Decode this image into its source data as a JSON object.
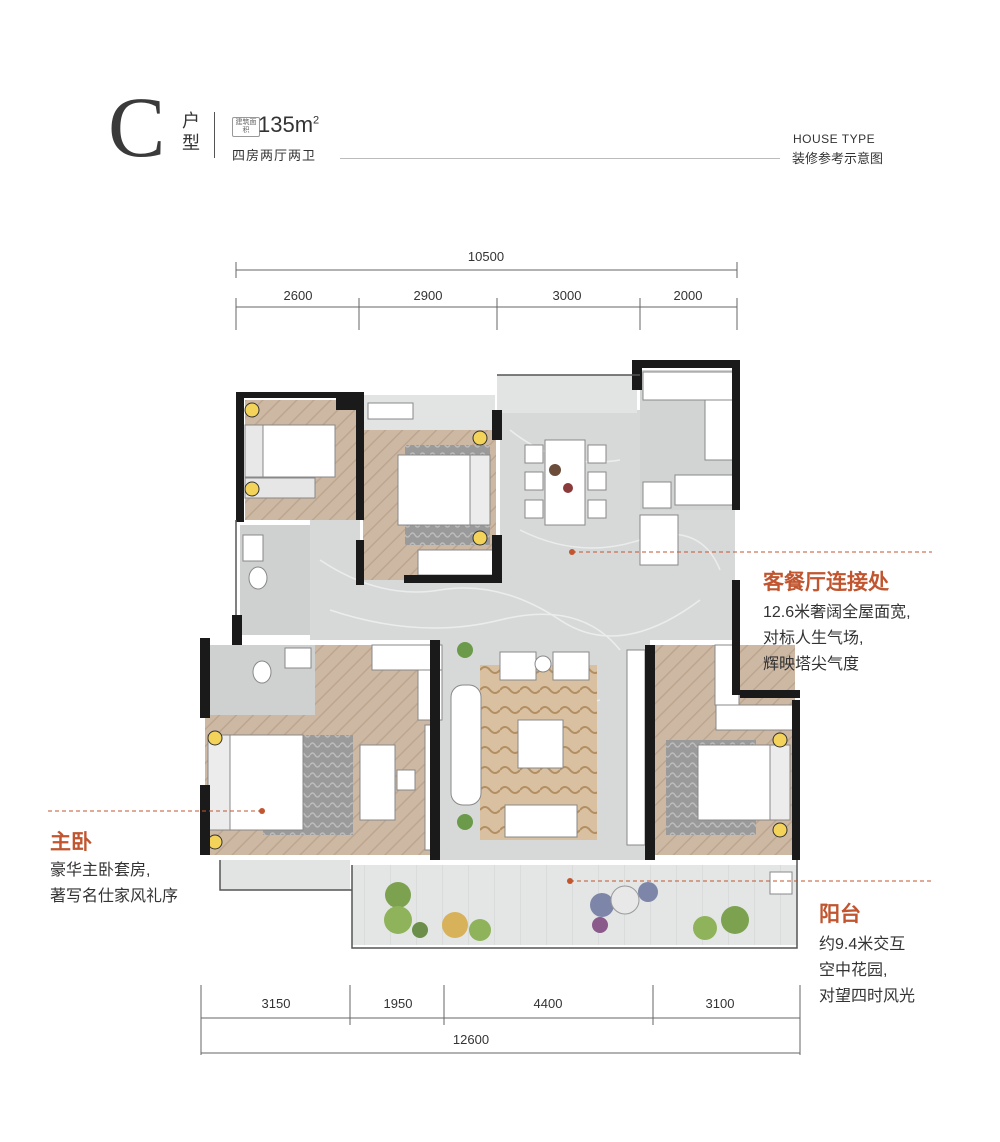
{
  "header": {
    "letter": "C",
    "type_word": "户型",
    "area_label": "建筑面积",
    "area_value": "135m",
    "area_unit_sup": "2",
    "rooms": "四房两厅两卫",
    "house_type_en": "HOUSE TYPE",
    "house_type_cn": "装修参考示意图"
  },
  "dimensions": {
    "top_total": "10500",
    "top_segments": [
      "2600",
      "2900",
      "3000",
      "2000"
    ],
    "bottom_segments": [
      "3150",
      "1950",
      "4400",
      "3100"
    ],
    "bottom_total": "12600"
  },
  "annotations": {
    "living": {
      "title": "客餐厅连接处",
      "lines": [
        "12.6米奢阔全屋面宽,",
        "对标人生气场,",
        "辉映塔尖气度"
      ]
    },
    "master": {
      "title": "主卧",
      "lines": [
        "豪华主卧套房,",
        "著写名仕家风礼序"
      ]
    },
    "balcony": {
      "title": "阳台",
      "lines": [
        "约9.4米交互",
        "空中花园,",
        "对望四时风光"
      ]
    }
  },
  "colors": {
    "accent": "#c0552f",
    "wall": "#1a1a1a",
    "marble": "#d6d8d8",
    "wood": "#c9b39e",
    "rug": "#c9a676"
  }
}
